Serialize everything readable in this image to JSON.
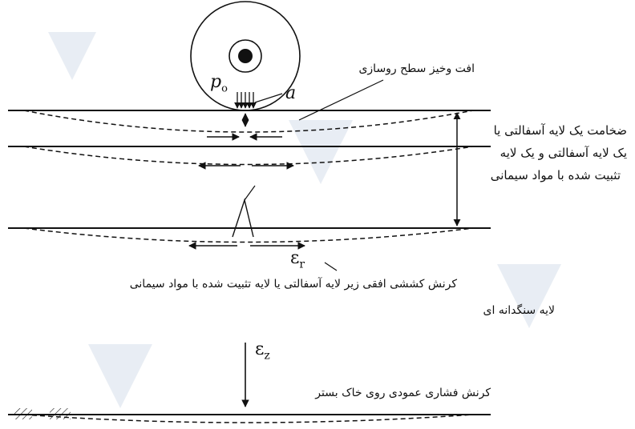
{
  "labels": {
    "surface_deflection": "افت وخیز سطح روسازی",
    "thickness_line1": "ضخامت یک لایه آسفالتی یا",
    "thickness_line2": "یک لایه آسفالتی و یک لایه",
    "thickness_line3": "تثبیت شده با مواد سیمانی",
    "horizontal_strain": "کرنش کششی افقی زیر لایه آسفالتی یا لایه تثبیت شده با مواد سیمانی",
    "base_layer": "لایه سنگدانه ای",
    "vertical_strain": "کرنش فشاری عمودی روی خاک بستر"
  },
  "symbols": {
    "pressure": "p",
    "pressure_sub": "o",
    "radius": "a",
    "eps_r": "ε",
    "eps_r_sub": "r",
    "eps_z": "ε",
    "eps_z_sub": "z"
  },
  "colors": {
    "ink": "#111111",
    "background": "#ffffff",
    "watermark": "#e8edf4"
  }
}
